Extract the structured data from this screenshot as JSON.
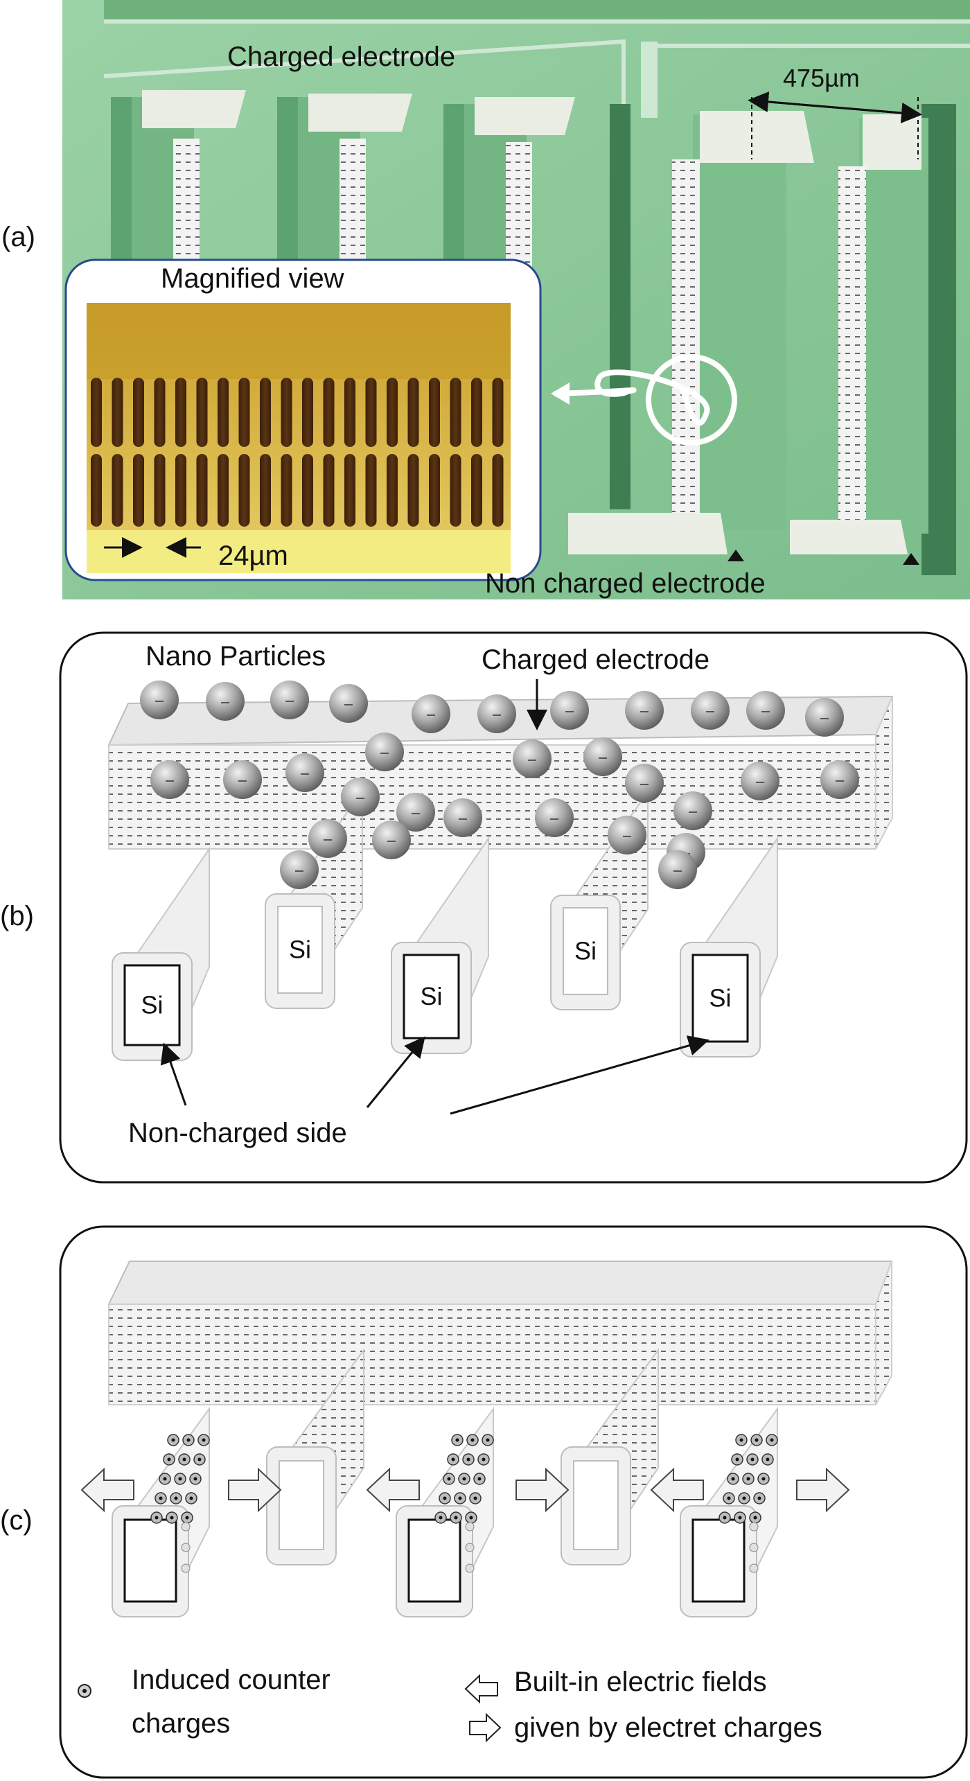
{
  "panels": {
    "a": {
      "tag": "(a)",
      "charged_electrode": "Charged electrode",
      "pitch": "475µm",
      "magnified_title": "Magnified view",
      "finger_gap": "24µm",
      "non_charged_electrode": "Non charged electrode"
    },
    "b": {
      "tag": "(b)",
      "nano_particles": "Nano Particles",
      "charged_electrode": "Charged electrode",
      "si_label": "Si",
      "non_charged_side": "Non-charged side"
    },
    "c": {
      "tag": "(c)",
      "legend_counter_1": "Induced counter",
      "legend_counter_2": "charges",
      "legend_field_1": "Built-in electric fields",
      "legend_field_2": "given by electret charges"
    }
  },
  "colors": {
    "chip_green": "#8cc89a",
    "trench_green": "#4f9a66",
    "gold": "#d9b33c",
    "finger_brown": "#4a2a10",
    "particle": "#9a9a9a",
    "frame": "#111111"
  }
}
